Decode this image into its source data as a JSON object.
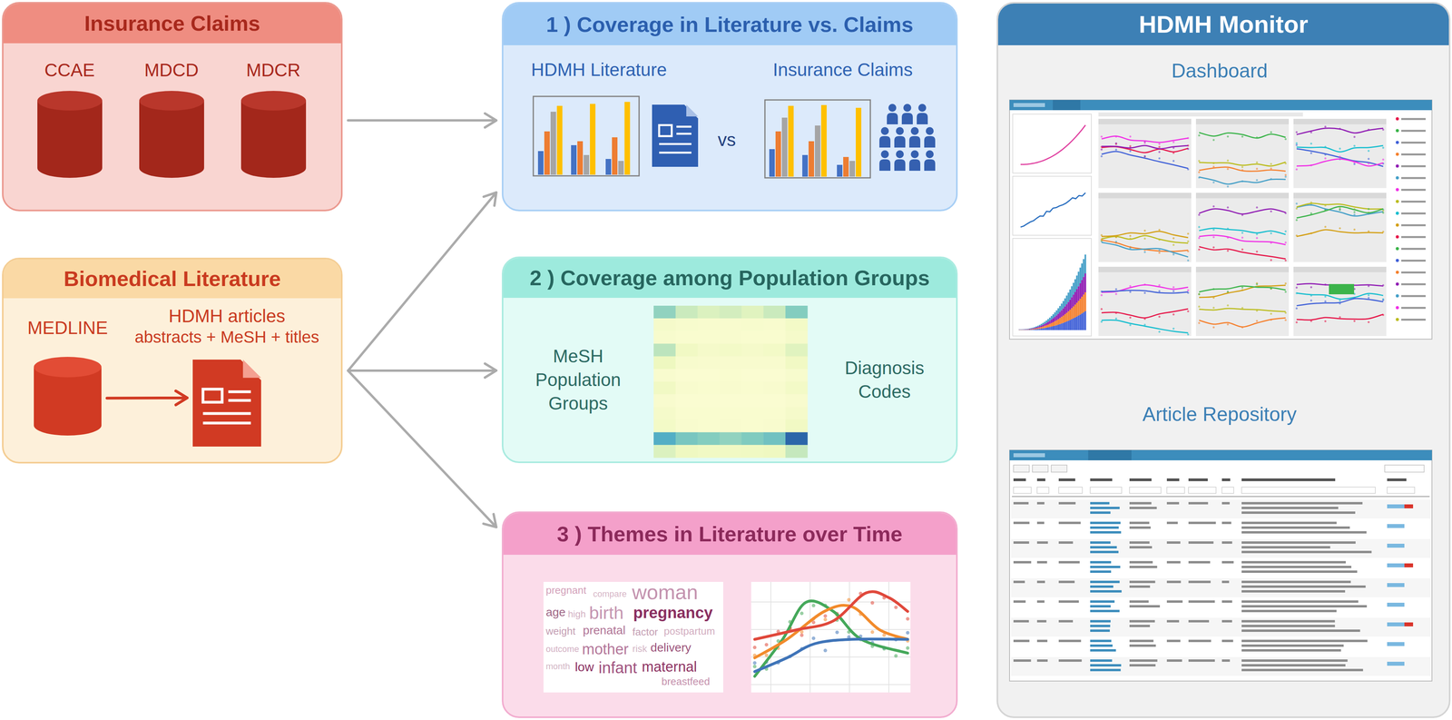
{
  "diagram": {
    "nodes": [
      {
        "text": [
          "Insurance Claims"
        ]
      },
      {
        "text": [
          "CCAE"
        ],
        "in": 0
      },
      {
        "text": [
          "MDCD"
        ],
        "in": 0
      },
      {
        "text": [
          "MDCR"
        ],
        "in": 0
      },
      {
        "text": [
          "Biomedical Literature"
        ]
      },
      {
        "text": [
          "MEDLINE"
        ],
        "in": 4
      },
      {
        "text": [
          "HDMH articles",
          "abstracts + MeSH + titles"
        ],
        "in": 4
      },
      {
        "text": [
          "1 ) Coverage in Literature vs. Claims"
        ]
      },
      {
        "text": [
          "2 ) Coverage among Population Groups"
        ]
      },
      {
        "text": [
          "3 ) Themes in Literature over Time"
        ]
      },
      {
        "text": [
          "HDMH Monitor"
        ]
      }
    ],
    "edges": [
      {
        "from": 0,
        "to": 7,
        "arrow": "to"
      },
      {
        "from": 4,
        "to": 7,
        "arrow": "to"
      },
      {
        "from": 4,
        "to": 8,
        "arrow": "to"
      },
      {
        "from": 4,
        "to": 9,
        "arrow": "to"
      },
      {
        "from": 5,
        "to": 6,
        "arrow": "to"
      }
    ],
    "labels": [
      "HDMH Literature",
      "Insurance Claims",
      "vs",
      "MeSH Population Groups",
      "Diagnosis Codes",
      "pregnant",
      "compare",
      "woman",
      "age",
      "high",
      "birth",
      "pregnancy",
      "weight",
      "prenatal",
      "factor",
      "postpartum",
      "outcome",
      "mother",
      "risk",
      "delivery",
      "month",
      "low",
      "infant",
      "maternal",
      "breastfeed",
      "Dashboard",
      "Article Repository"
    ]
  }
}
